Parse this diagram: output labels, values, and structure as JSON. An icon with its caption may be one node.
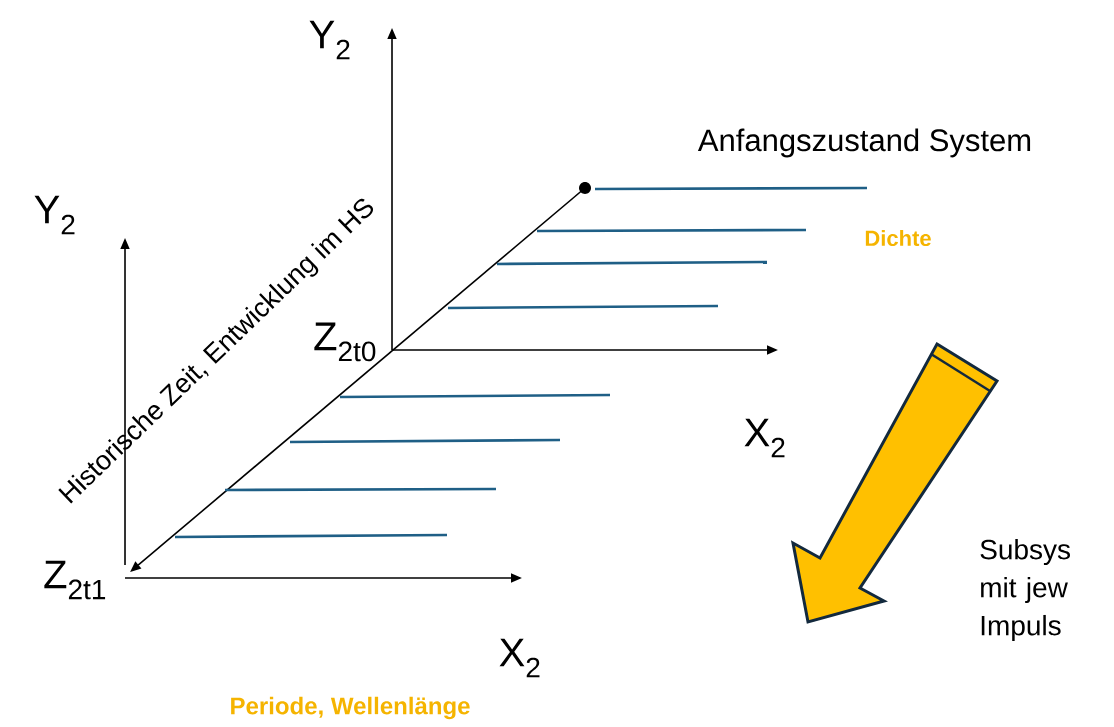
{
  "diagram": {
    "labels": [
      "Y$_{2}$",
      "Anfangszustand System",
      "Y$_{2}$",
      "Historische Zeit, Entwicklung im HS",
      "Dichte",
      "Z$_{2t0}$",
      "X$_{2}$",
      "Subsys mit jew Impuls",
      "Z$_{2t1}$",
      "X$_{2}$",
      "Periode, Wellenlänge"
    ]
  }
}
